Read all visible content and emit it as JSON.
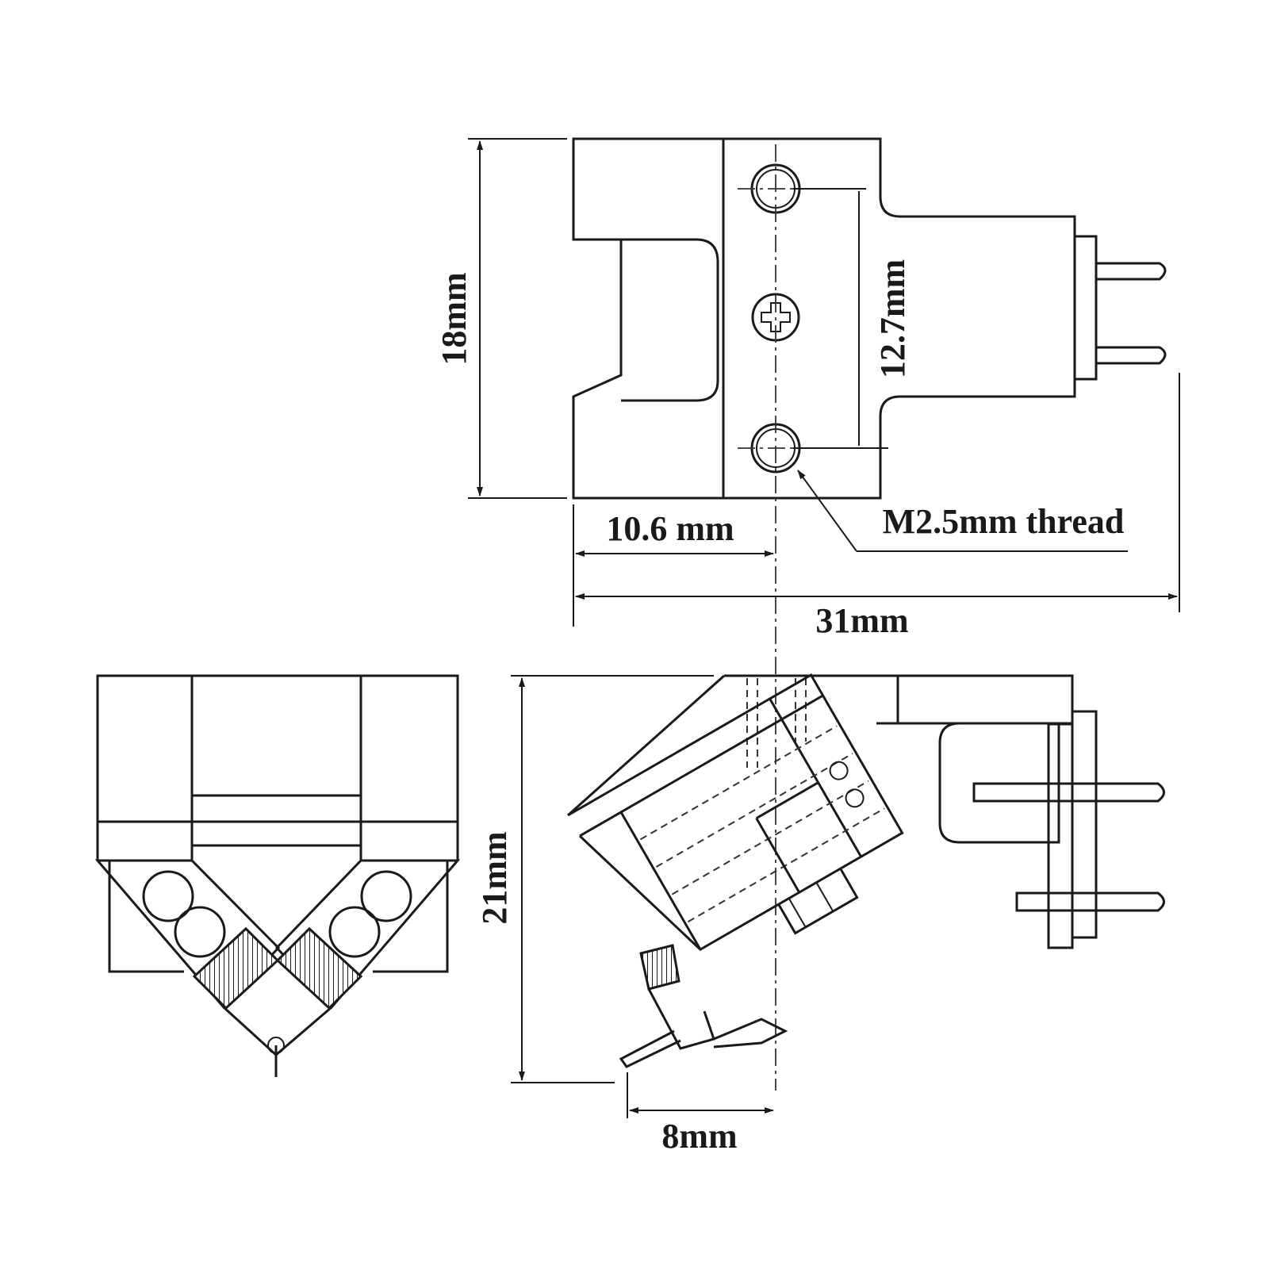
{
  "labels": {
    "height_top": "18mm",
    "hole_spacing": "12.7mm",
    "front_to_hole": "10.6 mm",
    "thread": "M2.5mm thread",
    "length": "31mm",
    "height_side": "21mm",
    "stylus_offset": "8mm"
  },
  "colors": {
    "line": "#1a1a1a",
    "background": "#ffffff"
  }
}
